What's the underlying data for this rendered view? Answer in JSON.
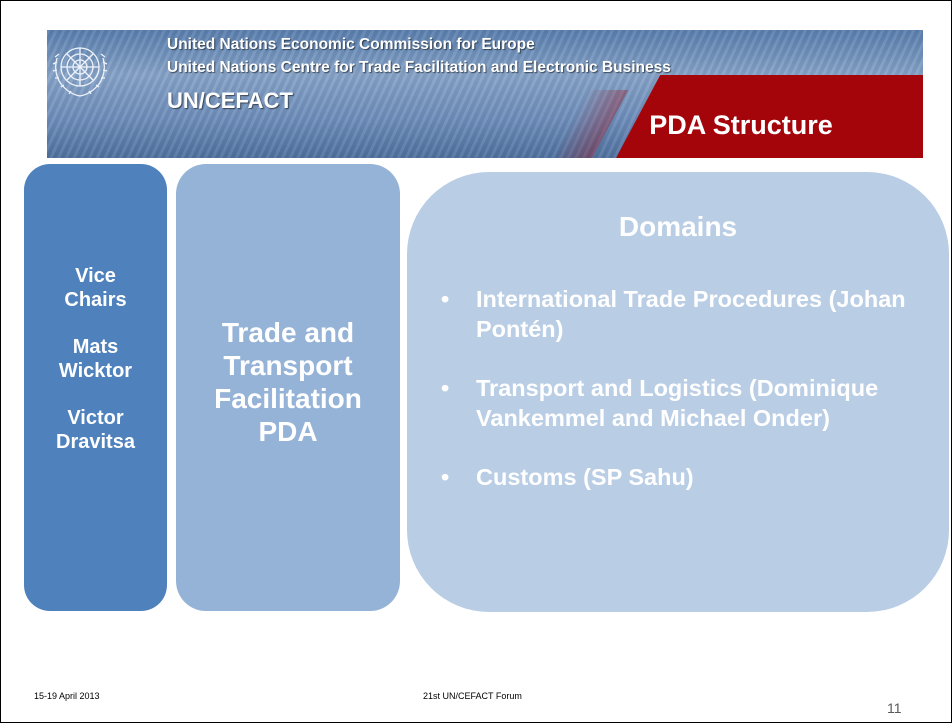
{
  "header": {
    "org_line1": "United Nations Economic Commission for Europe",
    "org_line2": "United Nations Centre for Trade Facilitation and Electronic Business",
    "unit": "UN/CEFACT",
    "slide_title": "PDA Structure"
  },
  "vice_chairs": {
    "lines": [
      "Vice",
      "Chairs",
      "Mats",
      "Wicktor",
      "Victor",
      "Dravitsa"
    ]
  },
  "pda": {
    "lines": [
      "Trade and",
      "Transport",
      "Facilitation",
      "PDA"
    ]
  },
  "domains": {
    "heading": "Domains",
    "items": [
      {
        "bullet": "•",
        "text": "International Trade Procedures (Johan Pontén)"
      },
      {
        "bullet": "•",
        "text": "Transport and Logistics (Dominique Vankemmel and Michael Onder)"
      },
      {
        "bullet": "•",
        "text": "Customs (SP Sahu)"
      }
    ]
  },
  "footer": {
    "date": "15-19 April 2013",
    "forum": "21st UN/CEFACT Forum",
    "page_number": "11"
  },
  "colors": {
    "banner_blue": "#6d8dba",
    "banner_red": "#a3050b",
    "vice_chairs_box": "#4f81bd",
    "pda_box": "#95b3d7",
    "domains_box": "#b9cde5"
  },
  "icons": {
    "emblem": "un-emblem-icon"
  }
}
